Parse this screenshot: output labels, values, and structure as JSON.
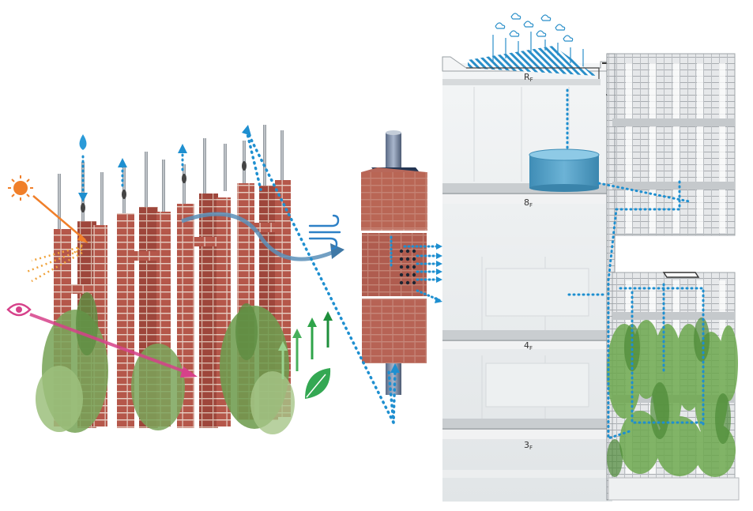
{
  "colors": {
    "brick": "#b5574a",
    "brick_dark": "#8f3d33",
    "mortar": "#e9d2c8",
    "steel": "#9aa3ad",
    "water_blue": "#1e8fd0",
    "tank_blue": "#4a9cc4",
    "sun_orange": "#f07f2a",
    "eye_pink": "#d6418a",
    "growth_green": "#2fa44a",
    "ivy_green": "#6b9a4a",
    "building_grey": "#cfd3d6",
    "slab_grey": "#b9bdc0"
  },
  "icons": [
    "sun-icon",
    "eye-icon",
    "water-drop-icon",
    "wind-icon",
    "leaf-icon",
    "rain-cloud-icon"
  ],
  "floors": [
    {
      "main": "R",
      "sub": "F"
    },
    {
      "main": "8",
      "sub": "F"
    },
    {
      "main": "4",
      "sub": "F"
    },
    {
      "main": "3",
      "sub": "F"
    }
  ]
}
